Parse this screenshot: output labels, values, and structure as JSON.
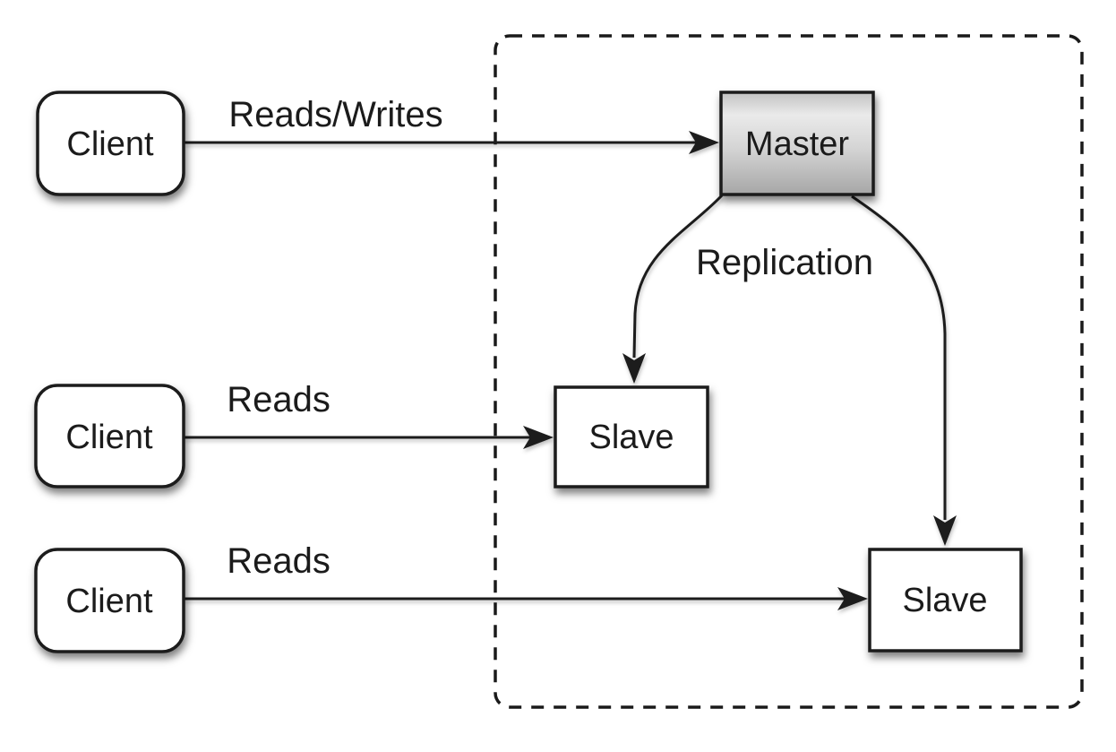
{
  "diagram": {
    "nodes": {
      "client1": {
        "label": "Client"
      },
      "client2": {
        "label": "Client"
      },
      "client3": {
        "label": "Client"
      },
      "master": {
        "label": "Master"
      },
      "slave1": {
        "label": "Slave"
      },
      "slave2": {
        "label": "Slave"
      }
    },
    "edges": {
      "reads_writes": {
        "label": "Reads/Writes"
      },
      "reads_middle": {
        "label": "Reads"
      },
      "reads_bottom": {
        "label": "Reads"
      },
      "replication": {
        "label": "Replication"
      }
    },
    "colors": {
      "stroke": "#1a1a1a",
      "text": "#1b1b1b",
      "node_fill": "#ffffff",
      "master_gradient_top": "#c2c2c2",
      "master_gradient_highlight": "#eaeaea",
      "master_gradient_mid": "#d4d4d4",
      "master_gradient_bottom": "#a6a6a6",
      "background": "#ffffff"
    }
  }
}
